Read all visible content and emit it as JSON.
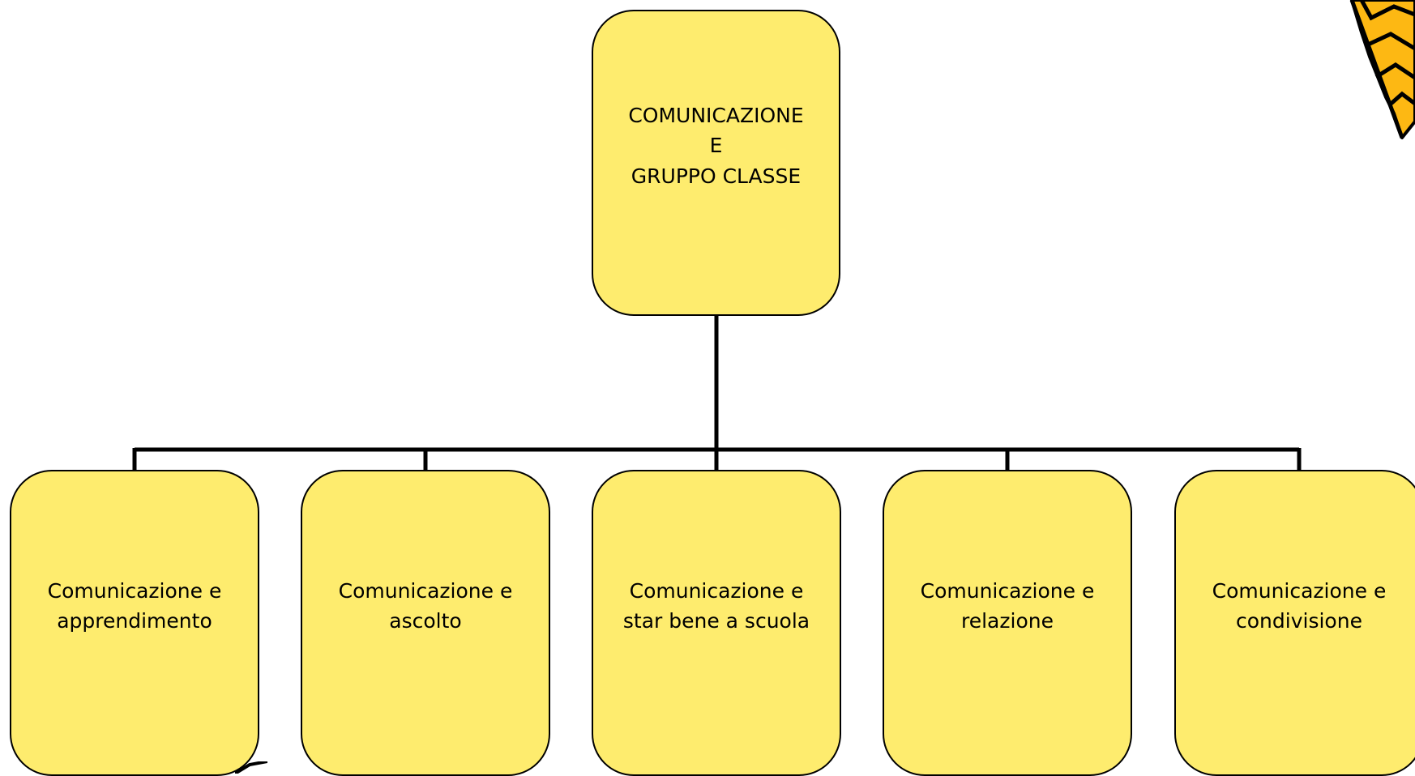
{
  "diagram": {
    "root": {
      "label": "COMUNICAZIONE\nE\nGRUPPO CLASSE"
    },
    "children": [
      {
        "label": "Comunicazione e\napprendimento"
      },
      {
        "label": "Comunicazione e\nascolto"
      },
      {
        "label": "Comunicazione e\nstar bene a scuola"
      },
      {
        "label": "Comunicazione e\nrelazione"
      },
      {
        "label": "Comunicazione e\ncondivisione"
      }
    ]
  },
  "colors": {
    "node_fill": "#FEEC6E",
    "line": "#000000",
    "deco_fill": "#FDB813"
  },
  "icons": {
    "top_right": "star-burst-icon",
    "bottom_left": "star-burst-fragment-icon"
  }
}
